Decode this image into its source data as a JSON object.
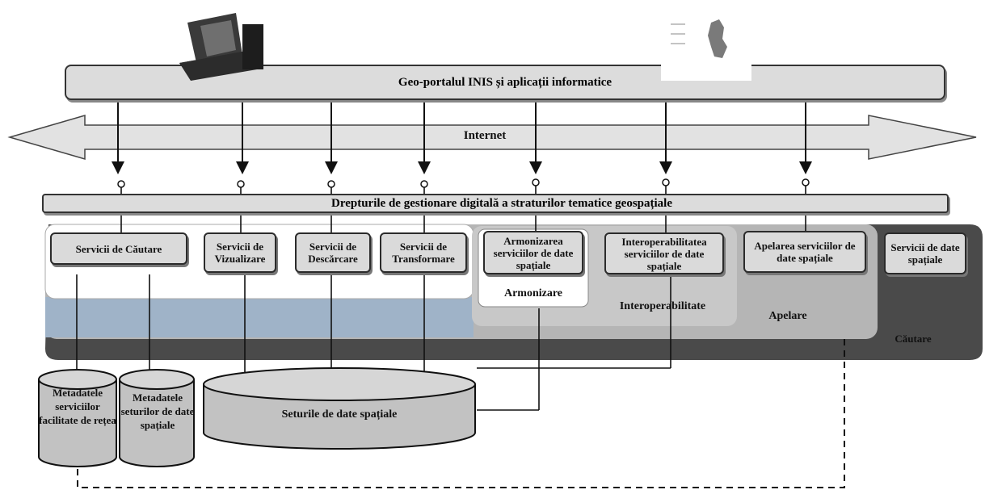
{
  "portal": {
    "title": "Geo-portalul INIS și aplicații informatice"
  },
  "internet": {
    "label": "Internet"
  },
  "rights": {
    "label": "Drepturile de gestionare digitală a straturilor tematice geospațiale"
  },
  "services": {
    "search": "Servicii de Căutare",
    "view": "Servicii de Vizualizare",
    "download": "Servicii de Descărcare",
    "transform": "Servicii de Transformare",
    "harmonize": "Armonizarea serviciilor de date spațiale",
    "interop": "Interoperabilitatea serviciilor de date spațiale",
    "invoke": "Apelarea serviciilor de date spațiale",
    "spatial": "Servicii de date spațiale"
  },
  "layers": {
    "armonizare": "Armonizare",
    "interoperabilitate": "Interoperabilitate",
    "apelare": "Apelare",
    "cautare": "Căutare"
  },
  "datastores": {
    "network_metadata": "Metadatele serviciilor facilitate de rețea",
    "dataset_metadata": "Metadatele seturilor de date spațiale",
    "datasets": "Seturile de date spațiale"
  },
  "colors": {
    "outer_band": "#4a4a4a",
    "apelare_panel": "#b5b5b5",
    "interop_panel": "#c8c8c8",
    "blue_band": "#9fb3c8",
    "box_fill": "#dadada"
  }
}
